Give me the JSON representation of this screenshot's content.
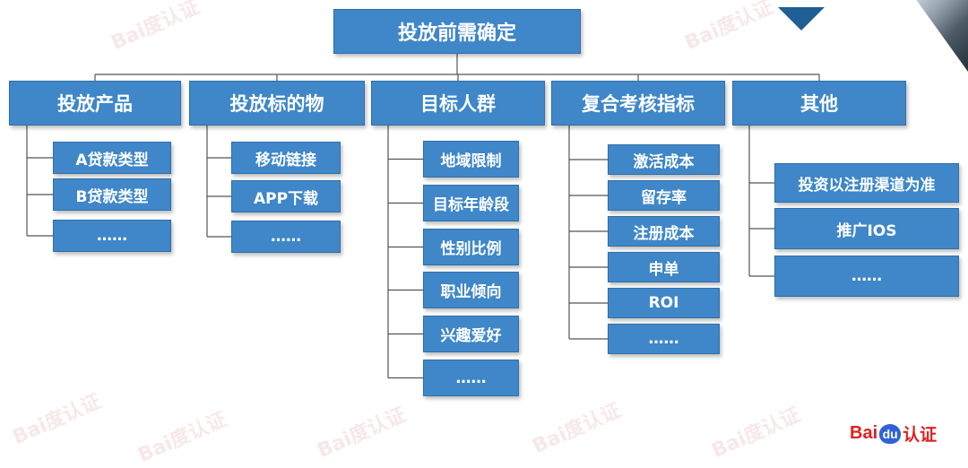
{
  "root": "投放前需确定",
  "categories": [
    {
      "title": "投放产品",
      "items": [
        "A贷款类型",
        "B贷款类型",
        "……"
      ]
    },
    {
      "title": "投放标的物",
      "items": [
        "移动链接",
        "APP下载",
        "……"
      ]
    },
    {
      "title": "目标人群",
      "items": [
        "地域限制",
        "目标年龄段",
        "性别比例",
        "职业倾向",
        "兴趣爱好",
        "……"
      ]
    },
    {
      "title": "复合考核指标",
      "items": [
        "激活成本",
        "留存率",
        "注册成本",
        "申单",
        "ROI",
        "……"
      ]
    },
    {
      "title": "其他",
      "items": [
        "投资以注册渠道为准",
        "推广IOS",
        "……"
      ]
    }
  ],
  "watermark": "Bai度认证",
  "logo": {
    "bai": "Bai",
    "du": "du",
    "suffix": "认证"
  },
  "colors": {
    "box": "#3f87c8",
    "line": "#555555",
    "logo_red": "#e02020",
    "logo_blue": "#2f62d8"
  }
}
